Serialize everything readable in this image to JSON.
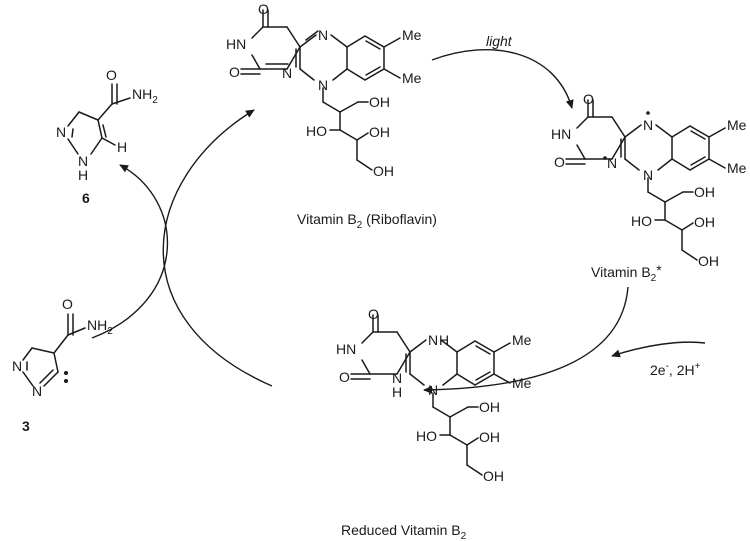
{
  "atoms": {
    "oxygen": "O",
    "nitrogen": "N",
    "hydrogen": "H",
    "hn": "HN",
    "nh2": "NH",
    "nh2_sub": "2",
    "methyl": "Me",
    "oh": "OH",
    "ho": "HO"
  },
  "labels": {
    "compound_6": "6",
    "compound_3": "3",
    "light": "light",
    "reagents_main": "2e",
    "reagents_sup1": "-",
    "reagents_mid": ", 2H",
    "reagents_sup2": "+",
    "riboflavin_pre": "Vitamin B",
    "riboflavin_sub": "2",
    "riboflavin_post": " (Riboflavin)",
    "excited_pre": "Vitamin B",
    "excited_sub": "2",
    "excited_post": "*",
    "reduced_pre": "Reduced Vitamin B",
    "reduced_sub": "2"
  }
}
